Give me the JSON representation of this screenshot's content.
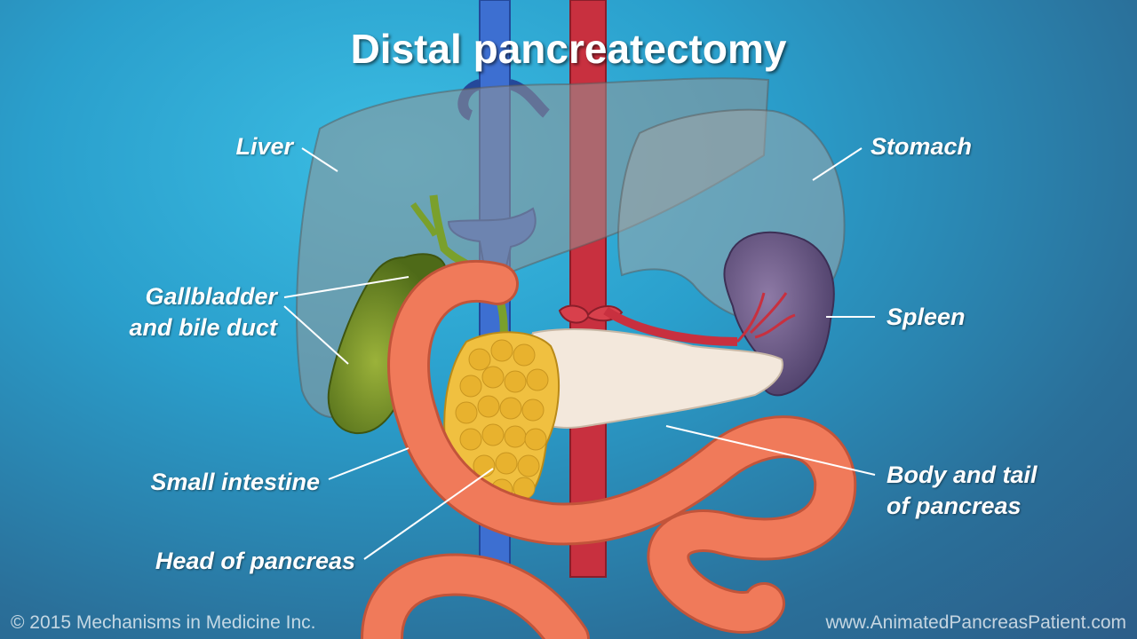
{
  "title": "Distal pancreatectomy",
  "labels": {
    "liver": "Liver",
    "stomach": "Stomach",
    "gallbladder_line1": "Gallbladder",
    "gallbladder_line2": "and bile duct",
    "spleen": "Spleen",
    "small_intestine": "Small intestine",
    "body_tail_line1": "Body and tail",
    "body_tail_line2": "of pancreas",
    "head_of_pancreas": "Head of pancreas"
  },
  "footer": {
    "copyright": "© 2015 Mechanisms in Medicine Inc.",
    "website": "www.AnimatedPancreasPatient.com"
  },
  "colors": {
    "background": "#2a9fcc",
    "vein": "#3d6fd1",
    "artery": "#c8303f",
    "intestine": "#f07a5a",
    "pancreas_head": "#f0c040",
    "pancreas_body": "#f3e8dc",
    "gallbladder": "#5a7a1e",
    "spleen": "#6f5a86"
  }
}
